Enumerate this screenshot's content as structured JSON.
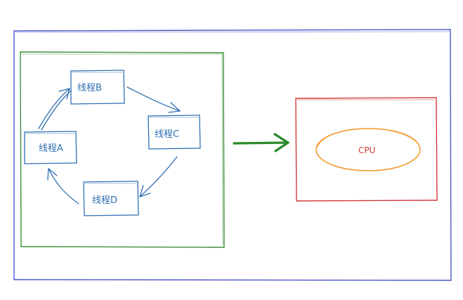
{
  "colors": {
    "outer_frame": "#4a56c9",
    "thread_group": "#3c8f3a",
    "thread_box": "#2f6fb1",
    "main_arrow": "#2a8a2a",
    "cpu_frame": "#d33b3b",
    "cpu_core": "#f39a2e",
    "cpu_text": "#d33b3b"
  },
  "threads": {
    "a": {
      "label": "线程A"
    },
    "b": {
      "label": "线程B"
    },
    "c": {
      "label": "线程C"
    },
    "d": {
      "label": "线程D"
    }
  },
  "cpu": {
    "label": "CPU"
  }
}
